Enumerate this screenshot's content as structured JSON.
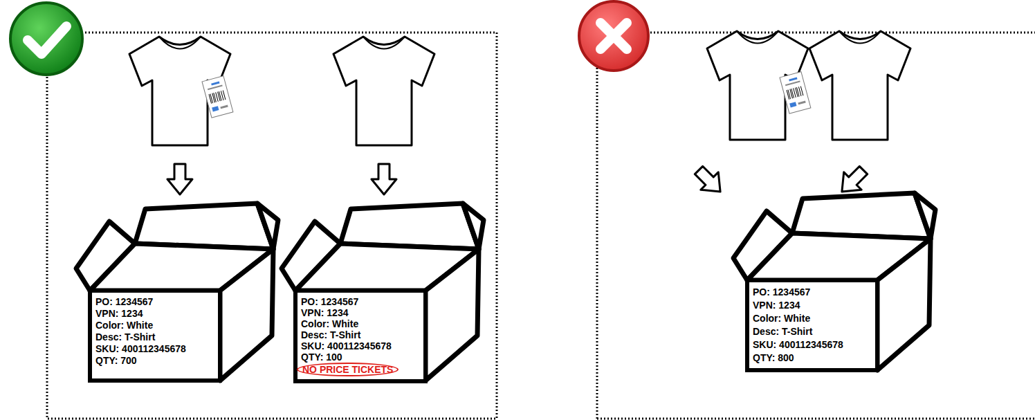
{
  "diagram": {
    "nodes": [
      {
        "text": [
          "PO: 1234567",
          "VPN: 1234",
          "Color: White",
          "Desc: T-Shirt",
          "SKU: 400112345678",
          "QTY: 700"
        ]
      },
      {
        "text": [
          "PO: 1234567",
          "VPN: 1234",
          "Color: White",
          "Desc: T-Shirt",
          "SKU: 400112345678",
          "QTY: 100",
          "NO PRICE TICKETS"
        ]
      },
      {
        "text": [
          "PO: 1234567",
          "VPN: 1234",
          "Color: White",
          "Desc: T-Shirt",
          "SKU: 400112345678",
          "QTY: 800"
        ]
      }
    ]
  }
}
